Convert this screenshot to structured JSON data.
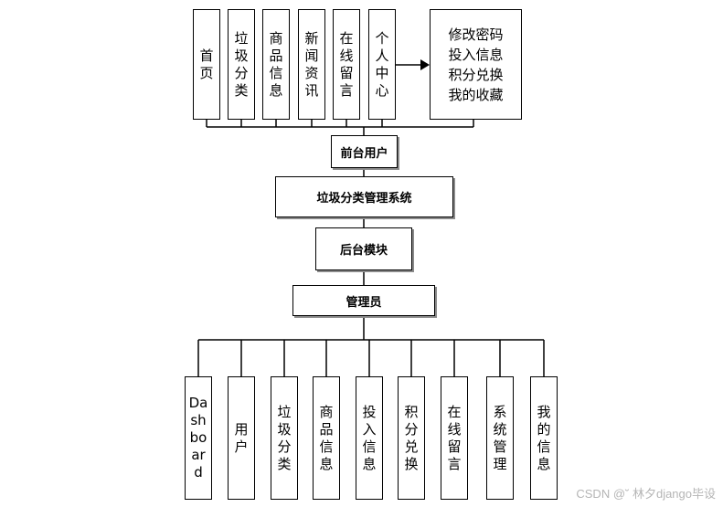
{
  "top_modules": [
    "首\n页",
    "垃\n圾\n分\n类",
    "商\n品\n信\n息",
    "新\n闻\n资\n讯",
    "在\n线\n留\n言",
    "个\n人\n中\n心"
  ],
  "personal_center_items": "修改密码\n投入信息\n积分兑换\n我的收藏",
  "front_user": "前台用户",
  "system": "垃圾分类管理系统",
  "backend_module": "后台模块",
  "admin": "管理员",
  "bottom_modules": [
    "Da\nsh\nbo\nar\nd",
    "用\n户",
    "垃\n圾\n分\n类",
    "商\n品\n信\n息",
    "投\n入\n信\n息",
    "积\n分\n兑\n换",
    "在\n线\n留\n言",
    "系\n统\n管\n理",
    "我\n的\n信\n息"
  ],
  "watermark": "CSDN @˘ 林夕django毕设"
}
